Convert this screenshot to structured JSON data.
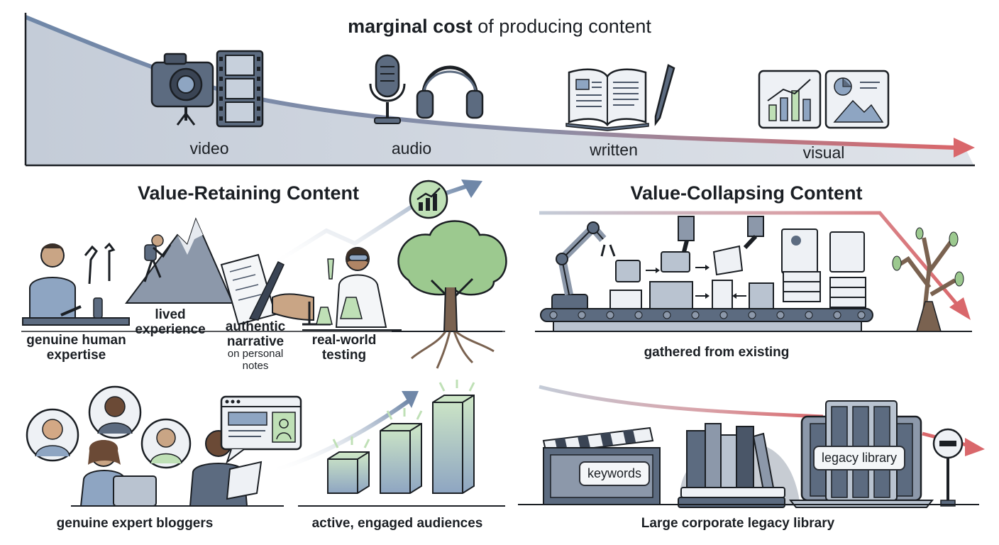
{
  "header": {
    "title_bold": "marginal cost",
    "title_rest": " of producing content",
    "categories": [
      "video",
      "audio",
      "written",
      "visual"
    ]
  },
  "retaining": {
    "title": "Value-Retaining Content",
    "captions": {
      "expertise": [
        "genuine human",
        "expertise"
      ],
      "lived": [
        "lived",
        "experience"
      ],
      "authentic": [
        "authentic",
        "narrative"
      ],
      "authentic_note": [
        "on personal",
        "notes"
      ],
      "testing": [
        "real-world",
        "testing"
      ],
      "bloggers": "genuine expert bloggers",
      "audiences": "active, engaged audiences"
    }
  },
  "collapsing": {
    "title": "Value-Collapsing Content",
    "captions": {
      "gathered": "gathered from existing",
      "library": "Large corporate legacy library"
    },
    "tags": {
      "keywords": "keywords",
      "legacy": "legacy library"
    }
  },
  "colors": {
    "curve_blue": "#6f87a8",
    "curve_red": "#d9676b",
    "slate": "#5c6b80",
    "area_fill": "#d3d9e1",
    "tree_green": "#9cc98f",
    "bar_green": "#bfe0b6"
  },
  "icons": [
    "camera-icon",
    "film-strip-icon",
    "microphone-icon",
    "headphones-icon",
    "book-icon",
    "pen-icon",
    "chart-card-icon",
    "image-card-icon",
    "growth-badge-icon",
    "tree-icon",
    "robot-arm-icon",
    "conveyor-icon",
    "bare-tree-icon",
    "clapperboard-icon",
    "books-icon",
    "laptop-icon",
    "stop-sign-icon"
  ]
}
